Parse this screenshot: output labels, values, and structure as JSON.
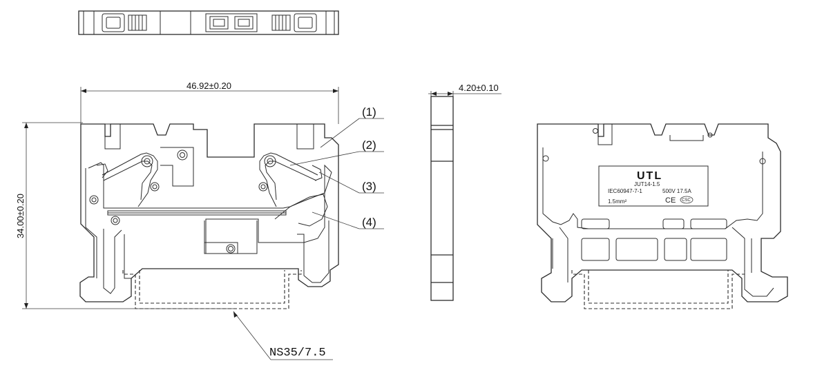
{
  "dimensions": {
    "width_label": "46.92±0.20",
    "height_label": "34.00±0.20",
    "thickness_label": "4.20±0.10"
  },
  "callouts": [
    "(1)",
    "(2)",
    "(3)",
    "(4)"
  ],
  "rail_label": "NS35/7.5",
  "product_label": {
    "brand": "UTL",
    "model": "JUT14-1.5",
    "standard": "IEC60947-7-1",
    "rating": "500V 17.5A",
    "section": "1.5mm²",
    "ce_mark": "CE",
    "csc_mark": "CSC"
  }
}
